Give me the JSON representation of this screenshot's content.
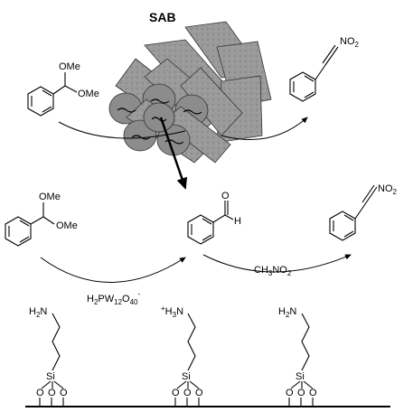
{
  "title": "SAB",
  "labels": {
    "ome": "OMe",
    "no2_n": "NO",
    "no2_sub": "2",
    "aldehyde_o": "O",
    "aldehyde_h": "H",
    "nitromethane_pre": "CH",
    "nitromethane_sub3": "3",
    "nitromethane_mid": "NO",
    "nitromethane_sub2": "2",
    "hpa_h": "H",
    "hpa_h_sub": "2",
    "hpa_pw": "PW",
    "hpa_pw_sub": "12",
    "hpa_o": "O",
    "hpa_o_sub": "40",
    "hpa_charge": "-",
    "amine_h2n_h": "H",
    "amine_h2n_sub": "2",
    "amine_h2n_n": "N",
    "ammonium_plus": "+",
    "ammonium_h": "H",
    "ammonium_sub": "3",
    "ammonium_n": "N",
    "silicon": "Si",
    "oxygen": "O"
  }
}
